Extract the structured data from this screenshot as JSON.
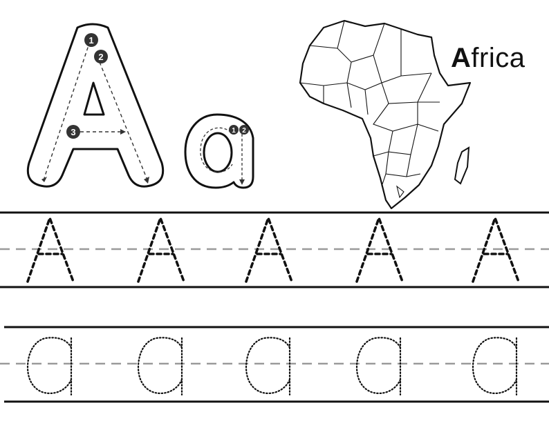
{
  "worksheet": {
    "letter_upper": "A",
    "letter_lower": "a",
    "word": {
      "first_letter": "A",
      "rest": "frica",
      "full": "Africa"
    },
    "uppercase_stroke_numbers": [
      "1",
      "2",
      "3"
    ],
    "lowercase_stroke_numbers": [
      "1",
      "2"
    ],
    "map_name": "Africa map",
    "uppercase_practice": [
      "A",
      "A",
      "A",
      "A",
      "A"
    ],
    "lowercase_practice": [
      "a",
      "a",
      "a",
      "a",
      "a"
    ]
  },
  "colors": {
    "ink": "#111111",
    "guide": "#9a9a9a",
    "letter_fill": "#ffffff",
    "badge": "#333333"
  }
}
